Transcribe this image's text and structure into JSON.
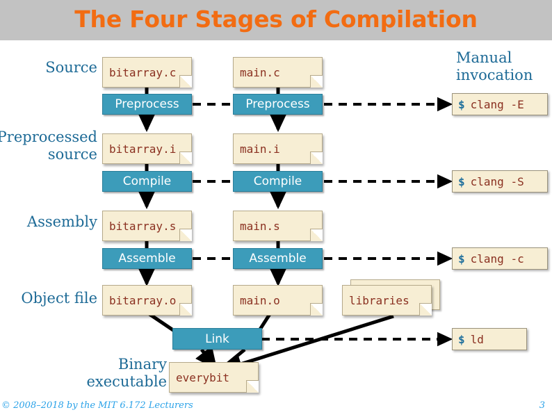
{
  "slide": {
    "title": "The Four Stages of Compilation",
    "footer": "© 2008–2018 by the MIT 6.172 Lecturers",
    "page_number": "3",
    "colors": {
      "header_bg": "#c2c2c2",
      "title": "#f26c12",
      "process_box": "#3c9cba",
      "file_box": "#f7eed4",
      "file_text": "#8a3020",
      "label_text": "#1d6a96",
      "prompt": "#1f6f9c",
      "footer": "#2aa2e8"
    }
  },
  "stage_labels": {
    "source": "Source",
    "preprocessed_source": "Preprocessed\nsource",
    "assembly": "Assembly",
    "object_file": "Object file",
    "binary_executable": "Binary\nexecutable"
  },
  "right_column": {
    "heading": "Manual\ninvocation"
  },
  "columns": [
    {
      "name": "bitarray",
      "files": [
        "bitarray.c",
        "bitarray.i",
        "bitarray.s",
        "bitarray.o"
      ],
      "processes": [
        "Preprocess",
        "Compile",
        "Assemble"
      ]
    },
    {
      "name": "main",
      "files": [
        "main.c",
        "main.i",
        "main.s",
        "main.o"
      ],
      "processes": [
        "Preprocess",
        "Compile",
        "Assemble"
      ]
    }
  ],
  "extra_inputs": {
    "libraries": "libraries"
  },
  "link": {
    "process": "Link",
    "output": "everybit"
  },
  "commands": [
    {
      "prompt": "$",
      "text": "clang -E"
    },
    {
      "prompt": "$",
      "text": "clang -S"
    },
    {
      "prompt": "$",
      "text": "clang -c"
    },
    {
      "prompt": "$",
      "text": "ld"
    }
  ]
}
